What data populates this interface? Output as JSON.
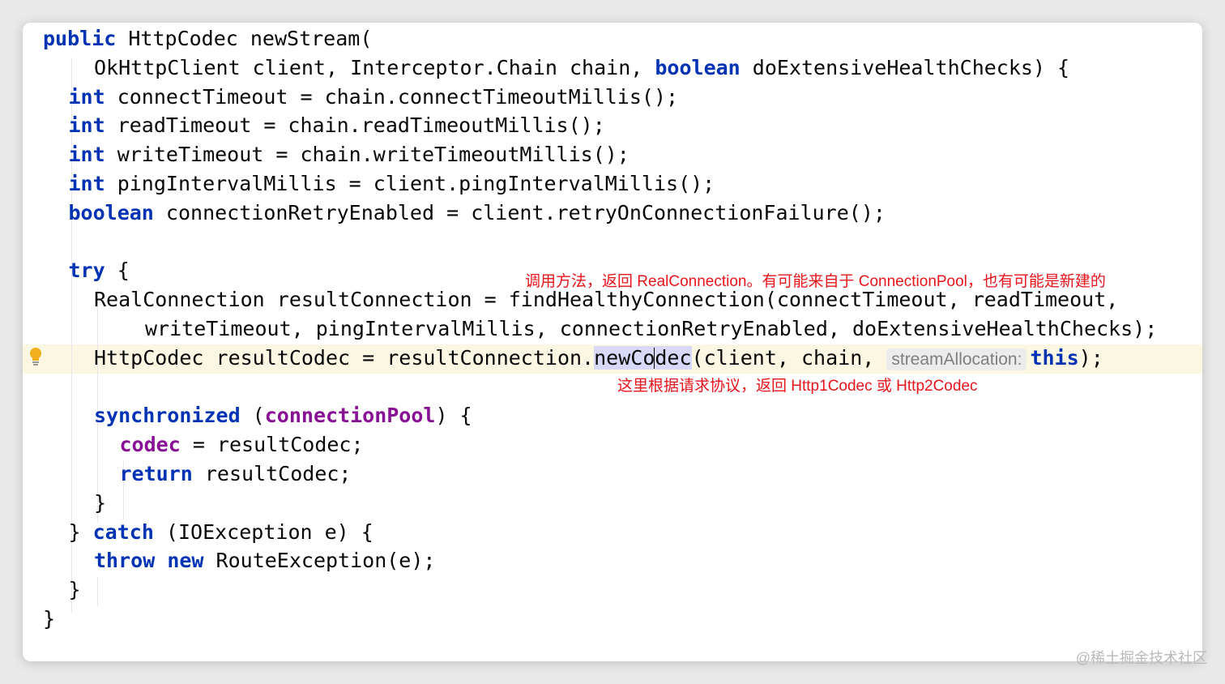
{
  "editor": {
    "lines": [
      {
        "indent": 0,
        "parts": [
          {
            "t": "public",
            "c": "kw"
          },
          {
            "t": " HttpCodec newStream("
          }
        ]
      },
      {
        "indent": 2,
        "parts": [
          {
            "t": "OkHttpClient client, Interceptor.Chain chain, "
          },
          {
            "t": "boolean",
            "c": "kw"
          },
          {
            "t": " doExtensiveHealthChecks) {"
          }
        ]
      },
      {
        "indent": 1,
        "parts": [
          {
            "t": "int",
            "c": "kw"
          },
          {
            "t": " connectTimeout = chain.connectTimeoutMillis();"
          }
        ]
      },
      {
        "indent": 1,
        "parts": [
          {
            "t": "int",
            "c": "kw"
          },
          {
            "t": " readTimeout = chain.readTimeoutMillis();"
          }
        ]
      },
      {
        "indent": 1,
        "parts": [
          {
            "t": "int",
            "c": "kw"
          },
          {
            "t": " writeTimeout = chain.writeTimeoutMillis();"
          }
        ]
      },
      {
        "indent": 1,
        "parts": [
          {
            "t": "int",
            "c": "kw"
          },
          {
            "t": " pingIntervalMillis = client.pingIntervalMillis();"
          }
        ]
      },
      {
        "indent": 1,
        "parts": [
          {
            "t": "boolean",
            "c": "kw"
          },
          {
            "t": " connectionRetryEnabled = client.retryOnConnectionFailure();"
          }
        ]
      },
      {
        "indent": 0,
        "parts": []
      },
      {
        "indent": 1,
        "parts": [
          {
            "t": "try",
            "c": "kw"
          },
          {
            "t": " {"
          }
        ]
      },
      {
        "indent": 2,
        "parts": [
          {
            "t": "RealConnection resultConnection = findHealthyConnection(connectTimeout, readTimeout,"
          }
        ]
      },
      {
        "indent": 4,
        "parts": [
          {
            "t": "writeTimeout, pingIntervalMillis, connectionRetryEnabled, doExtensiveHealthChecks);"
          }
        ]
      },
      {
        "indent": 2,
        "parts": [
          {
            "t": "HttpCodec resultCodec = resultConnection."
          },
          {
            "t": "newCo",
            "c": "sel"
          },
          {
            "t": "",
            "c": "caret"
          },
          {
            "t": "dec",
            "c": "sel"
          },
          {
            "t": "(client, chain, "
          },
          {
            "t": "streamAllocation:",
            "c": "hint"
          },
          {
            "t": "this",
            "c": "kw"
          },
          {
            "t": ");"
          }
        ]
      },
      {
        "indent": 0,
        "parts": []
      },
      {
        "indent": 2,
        "parts": [
          {
            "t": "synchronized",
            "c": "kw"
          },
          {
            "t": " ("
          },
          {
            "t": "connectionPool",
            "c": "field"
          },
          {
            "t": ") {"
          }
        ]
      },
      {
        "indent": 3,
        "parts": [
          {
            "t": "codec",
            "c": "field"
          },
          {
            "t": " = resultCodec;"
          }
        ]
      },
      {
        "indent": 3,
        "parts": [
          {
            "t": "return",
            "c": "kw"
          },
          {
            "t": " resultCodec;"
          }
        ]
      },
      {
        "indent": 2,
        "parts": [
          {
            "t": "}"
          }
        ]
      },
      {
        "indent": 1,
        "parts": [
          {
            "t": "} "
          },
          {
            "t": "catch",
            "c": "kw"
          },
          {
            "t": " (IOException e) {"
          }
        ]
      },
      {
        "indent": 2,
        "parts": [
          {
            "t": "throw",
            "c": "kw"
          },
          {
            "t": " "
          },
          {
            "t": "new",
            "c": "kw"
          },
          {
            "t": " RouteException(e);"
          }
        ]
      },
      {
        "indent": 1,
        "parts": [
          {
            "t": "}"
          }
        ]
      },
      {
        "indent": 0,
        "parts": [
          {
            "t": "}"
          }
        ]
      }
    ]
  },
  "annotations": {
    "note1": "调用方法，返回 RealConnection。有可能来自于 ConnectionPool，也有可能是新建的",
    "note2": "这里根据请求协议，返回 Http1Codec 或 Http2Codec"
  },
  "gutter": {
    "icon": "lightbulb-icon",
    "color": "#f2b01e"
  },
  "colors": {
    "keyword": "#0033b3",
    "field": "#871094",
    "annotation": "#e8141b",
    "highlight_row": "#fcf7e3"
  },
  "watermark": "@稀土掘金技术社区"
}
